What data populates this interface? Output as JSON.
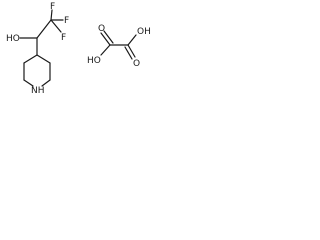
{
  "molecule": {
    "atoms": {
      "f1": "F",
      "f2": "F",
      "f3": "F",
      "hydroxyl": "HO",
      "amine": "NH"
    }
  },
  "oxalic_acid": {
    "atoms": {
      "hydroxyl_left": "HO",
      "hydroxyl_right": "OH",
      "carbonyl_o1": "O",
      "carbonyl_o2": "O"
    }
  }
}
